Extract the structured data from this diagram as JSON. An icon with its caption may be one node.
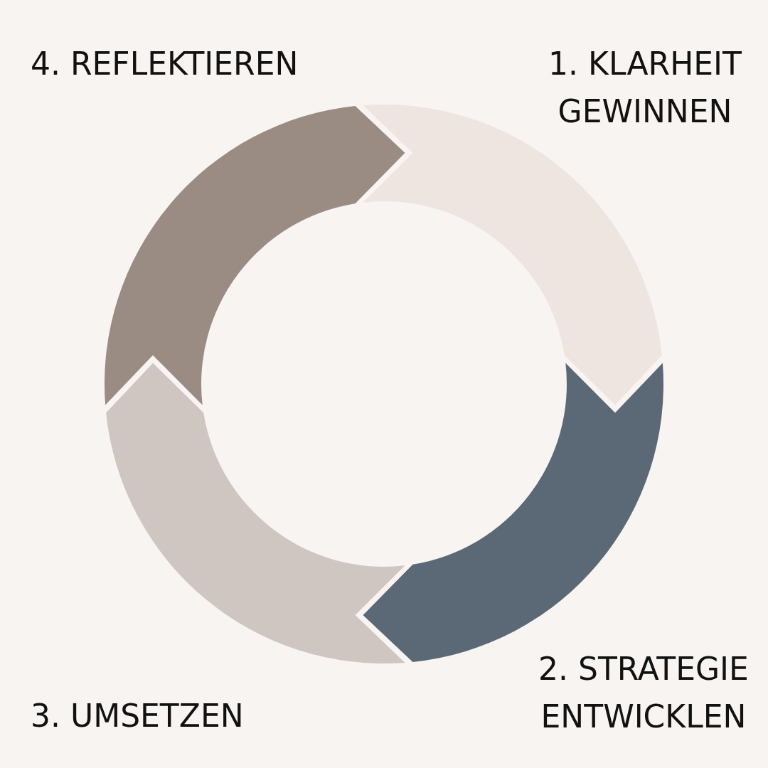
{
  "diagram": {
    "nodes": [
      {
        "text": [],
        "shape": "arrow",
        "beside": [
          "1. KLARHEIT GEWINNEN"
        ]
      },
      {
        "text": [],
        "shape": "arrow",
        "beside": [
          "2. STRATEGIE ENTWICKLEN"
        ]
      },
      {
        "text": [],
        "shape": "arrow",
        "beside": [
          "3. UMSETZEN"
        ]
      },
      {
        "text": [],
        "shape": "arrow",
        "beside": [
          "4. REFLEKTIEREN"
        ]
      }
    ]
  }
}
